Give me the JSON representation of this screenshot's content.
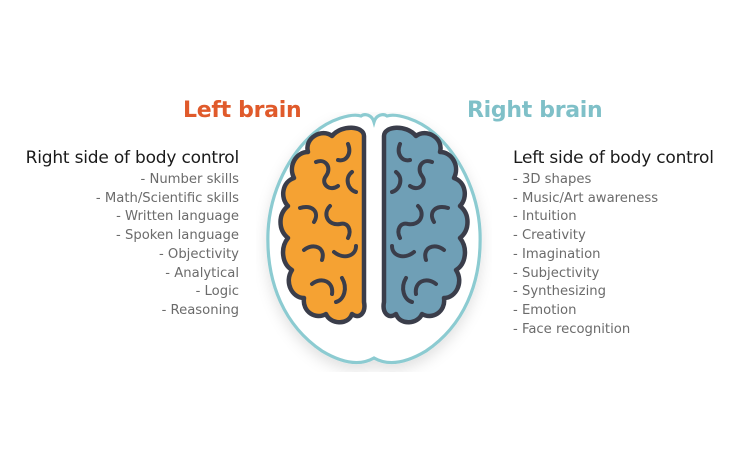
{
  "left": {
    "heading": "Left brain",
    "title": "Right side of body control",
    "items": [
      "- Number skills",
      "- Math/Scientific skills",
      "- Written language",
      "- Spoken language",
      "- Objectivity",
      "- Analytical",
      "- Logic",
      "- Reasoning"
    ]
  },
  "right": {
    "heading": "Right brain",
    "title": "Left side of body control",
    "items": [
      "- 3D shapes",
      "- Music/Art awareness",
      "- Intuition",
      "- Creativity",
      "- Imagination",
      "- Subjectivity",
      "- Synthesizing",
      "- Emotion",
      "- Face recognition"
    ]
  },
  "colors": {
    "left_accent": "#e05a2b",
    "right_accent": "#7fc0c8",
    "left_hemisphere": "#f5a233",
    "right_hemisphere": "#6f9fb6",
    "outline": "#3a3d4a",
    "skull": "#8ccbd1"
  }
}
